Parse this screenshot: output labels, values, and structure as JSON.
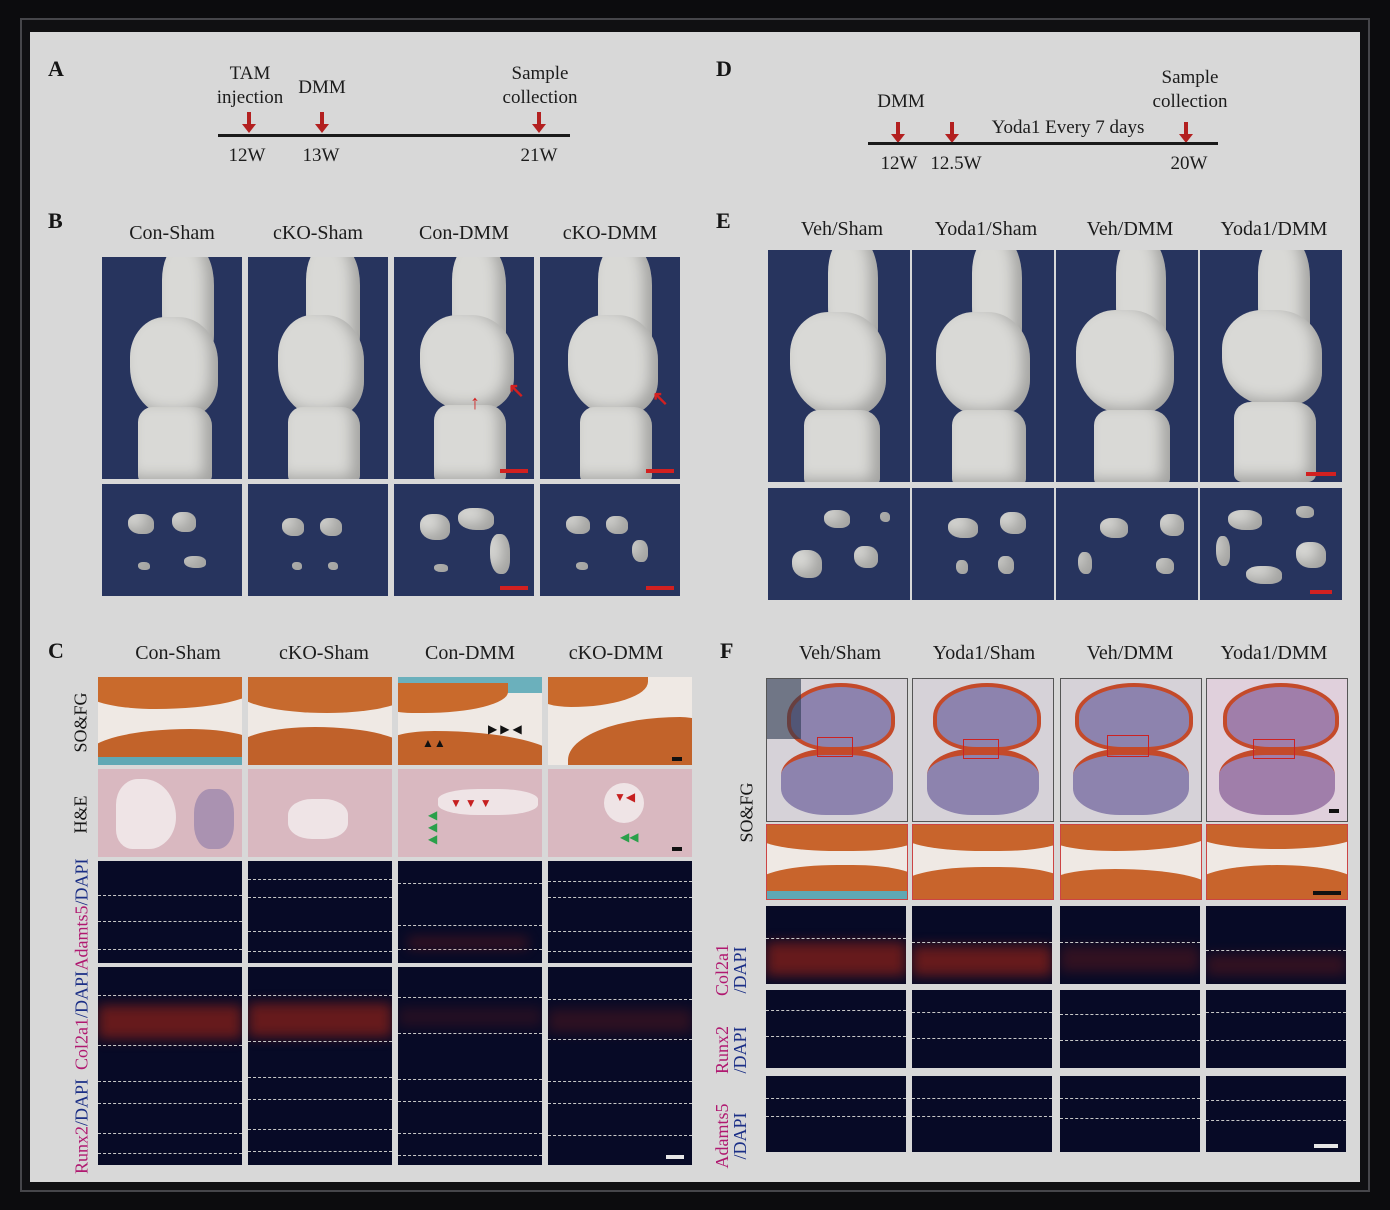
{
  "panels": {
    "A": {
      "label": "A",
      "events": [
        {
          "name": "TAM\ninjection",
          "week": "12W"
        },
        {
          "name": "DMM",
          "week": "13W"
        },
        {
          "name": "Sample\ncollection",
          "week": "21W"
        }
      ]
    },
    "B": {
      "label": "B",
      "columns": [
        "Con-Sham",
        "cKO-Sham",
        "Con-DMM",
        "cKO-DMM"
      ]
    },
    "C": {
      "label": "C",
      "columns": [
        "Con-Sham",
        "cKO-Sham",
        "Con-DMM",
        "cKO-DMM"
      ],
      "rows": [
        "SO&FG",
        "H&E",
        "Adamts5/DAPI",
        "Col2a1/DAPI",
        "Runx2/DAPI"
      ],
      "row_label_parts": {
        "adamts5": [
          "Adamts5",
          "/DAPI"
        ],
        "col2a1": [
          "Col2a1",
          "/DAPI"
        ],
        "runx2": [
          "Runx2",
          "/DAPI"
        ]
      }
    },
    "D": {
      "label": "D",
      "events": [
        {
          "name": "DMM",
          "week": "12W"
        },
        {
          "name": "",
          "week": "12.5W"
        },
        {
          "name": "Sample\ncollection",
          "week": "20W"
        }
      ],
      "annotation": "Yoda1 Every 7 days"
    },
    "E": {
      "label": "E",
      "columns": [
        "Veh/Sham",
        "Yoda1/Sham",
        "Veh/DMM",
        "Yoda1/DMM"
      ]
    },
    "F": {
      "label": "F",
      "columns": [
        "Veh/Sham",
        "Yoda1/Sham",
        "Veh/DMM",
        "Yoda1/DMM"
      ],
      "rows": [
        "SO&FG",
        "Col2a1\n/DAPI",
        "Runx2\n/DAPI",
        "Adamts5\n/DAPI"
      ],
      "row_label_parts": {
        "col2a1": [
          "Col2a1",
          "/DAPI"
        ],
        "runx2": [
          "Runx2",
          "/DAPI"
        ],
        "adamts5": [
          "Adamts5",
          "/DAPI"
        ]
      }
    }
  },
  "colors": {
    "ct_background": "#27345e",
    "bone": "#d9d9d6",
    "scalebar_red": "#d22020",
    "fluor_background": "#070a26",
    "label_magenta": "#b01870",
    "label_blue": "#1b2f86"
  }
}
